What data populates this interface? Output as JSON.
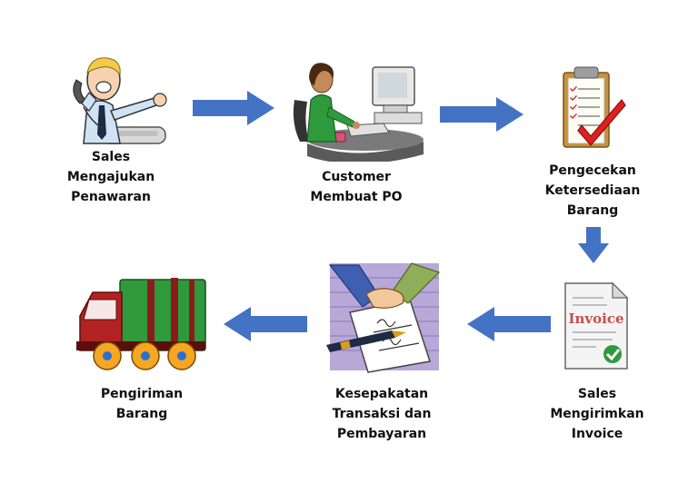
{
  "colors": {
    "arrow": "#4472c4",
    "text": "#111111",
    "truck_body": "#2e9a3c",
    "truck_cab": "#b22222",
    "wheel": "#f5a623",
    "check": "#d62b2b",
    "invoice_text": "#c0504d",
    "invoice_check": "#2e9a3c"
  },
  "steps": [
    {
      "id": "sales-offer",
      "icon": "salesman-phone-icon",
      "lines": [
        "Sales",
        "Mengajukan",
        "Penawaran"
      ]
    },
    {
      "id": "customer-po",
      "icon": "customer-computer-icon",
      "lines": [
        "Customer",
        "Membuat PO"
      ]
    },
    {
      "id": "stock-check",
      "icon": "checklist-clipboard-icon",
      "lines": [
        "Pengecekan",
        "Ketersediaan",
        "Barang"
      ]
    },
    {
      "id": "send-invoice",
      "icon": "invoice-document-icon",
      "lines": [
        "Sales",
        "Mengirimkan",
        "Invoice"
      ]
    },
    {
      "id": "agreement",
      "icon": "handshake-contract-icon",
      "lines": [
        "Kesepakatan",
        "Transaksi dan",
        "Pembayaran"
      ]
    },
    {
      "id": "delivery",
      "icon": "delivery-truck-icon",
      "lines": [
        "Pengiriman",
        "Barang"
      ]
    }
  ],
  "invoice_word": "Invoice"
}
